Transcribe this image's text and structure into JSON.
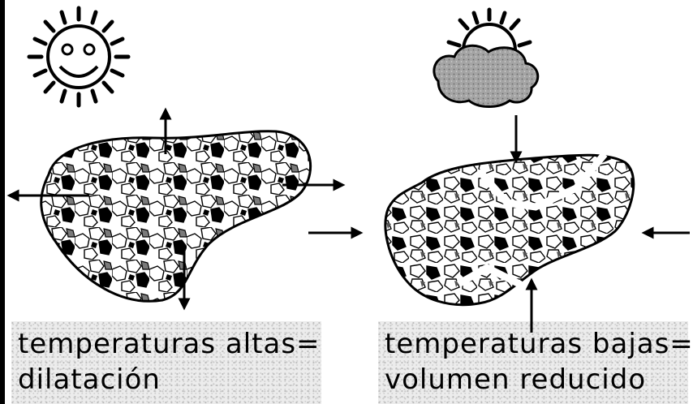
{
  "left_panel": {
    "caption_line1": "temperaturas altas=",
    "caption_line2": "dilatación"
  },
  "right_panel": {
    "caption_line1": "temperaturas bajas=",
    "caption_line2": "volumen reducido"
  },
  "icons": {
    "sun": "smiling-sun-icon",
    "cloud": "sun-behind-cloud-icon"
  },
  "colors": {
    "ink": "#000000",
    "background": "#ffffff",
    "caption_background": "#ececec",
    "cloud_fill": "#9a9a9a"
  }
}
